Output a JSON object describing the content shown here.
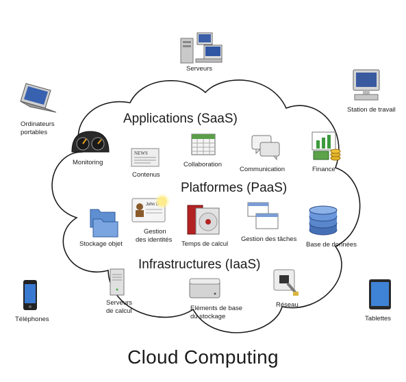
{
  "caption": "Cloud Computing",
  "sections": {
    "saas": "Applications (SaaS)",
    "paas": "Platformes (PaaS)",
    "iaas": "Infrastructures (IaaS)"
  },
  "devices": {
    "servers": "Serveurs",
    "workstation": "Station de travail",
    "laptops": [
      "Ordinateurs",
      "portables"
    ],
    "phones": "Téléphones",
    "tablets": "Tablettes"
  },
  "saas_items": {
    "monitoring": "Monitoring",
    "content": "Contenus",
    "collaboration": "Collaboration",
    "communication": "Communication",
    "finance": "Finance"
  },
  "paas_items": {
    "object_storage": "Stockage objet",
    "identity": [
      "Gestion",
      "des identités"
    ],
    "identity_card_text": "John D",
    "runtime": "Temps de calcul",
    "queues": "Gestion des tâches",
    "database": "Base de données"
  },
  "iaas_items": {
    "compute": [
      "Serveurs",
      "de calcul"
    ],
    "storage": [
      "Eléments de base",
      "du stockage"
    ],
    "network": "Réseau"
  },
  "news_text": "NEWS"
}
